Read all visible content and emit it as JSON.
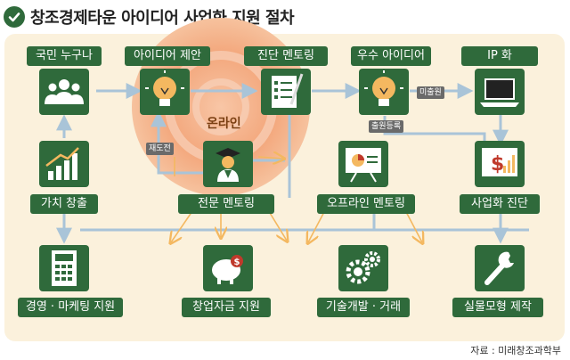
{
  "title": "창조경제타운 아이디어 사업화 지원 절차",
  "source": "자료 : 미래창조과학부",
  "steps": {
    "everyone": "국민 누구나",
    "idea_proposal": "아이디어 제안",
    "diagnosis": "진단 멘토링",
    "best_idea": "우수 아이디어",
    "ip": "IP 화",
    "value_creation": "가치 창출",
    "expert": "전문 멘토링",
    "offline": "오프라인 멘토링",
    "biz_diagnosis": "사업화 진단",
    "marketing": "경영 · 마케팅 지원",
    "funding": "창업자금 지원",
    "tech": "기술개발 · 거래",
    "prototype": "실물모형 제작"
  },
  "tags": {
    "resubmit": "재도전",
    "not_filed": "미출원",
    "filed": "출원등록",
    "online": "온라인"
  },
  "icons": {
    "everyone": "people-icon",
    "idea_proposal": "lightbulb-icon",
    "diagnosis": "checklist-icon",
    "best_idea": "lightbulb-icon",
    "ip": "laptop-icon",
    "value_creation": "growth-chart-icon",
    "expert": "graduate-icon",
    "offline": "presentation-board-icon",
    "biz_diagnosis": "dollar-chart-icon",
    "marketing": "calculator-icon",
    "funding": "piggy-bank-icon",
    "tech": "gears-icon",
    "prototype": "wrench-icon"
  },
  "colors": {
    "green": "#2f6a3b",
    "cream": "#fbf1dc",
    "orange_circle": "#f3a77c",
    "arrow_blue": "#a9c4d8",
    "arrow_orange": "#f4b860",
    "tag_gray": "#6a6a6a"
  }
}
